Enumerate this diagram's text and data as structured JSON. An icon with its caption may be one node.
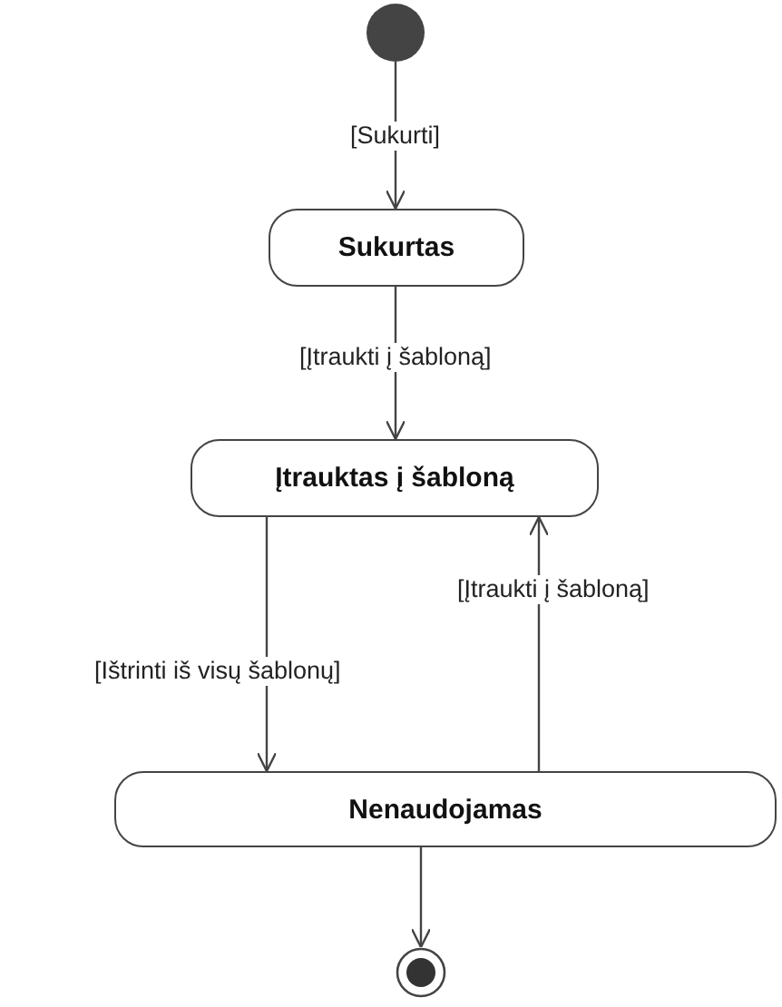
{
  "diagram": {
    "nodes": [
      {
        "text": [],
        "shape": "circle"
      },
      {
        "text": [
          "Sukurtas"
        ]
      },
      {
        "text": [
          "Įtrauktas į šabloną"
        ]
      },
      {
        "text": [
          "Nenaudojamas"
        ]
      },
      {
        "text": [],
        "shape": "bullseye"
      }
    ],
    "edges": [
      {
        "from": 0,
        "to": 1,
        "arrow": "to",
        "label": "[Sukurti]"
      },
      {
        "from": 1,
        "to": 2,
        "arrow": "to",
        "label": "[Įtraukti į šabloną]"
      },
      {
        "from": 2,
        "to": 3,
        "arrow": "to",
        "label": "[Ištrinti iš visų šablonų]"
      },
      {
        "from": 3,
        "to": 2,
        "arrow": "to",
        "label": "[Įtraukti į šabloną]"
      },
      {
        "from": 3,
        "to": 4,
        "arrow": "to"
      }
    ]
  }
}
